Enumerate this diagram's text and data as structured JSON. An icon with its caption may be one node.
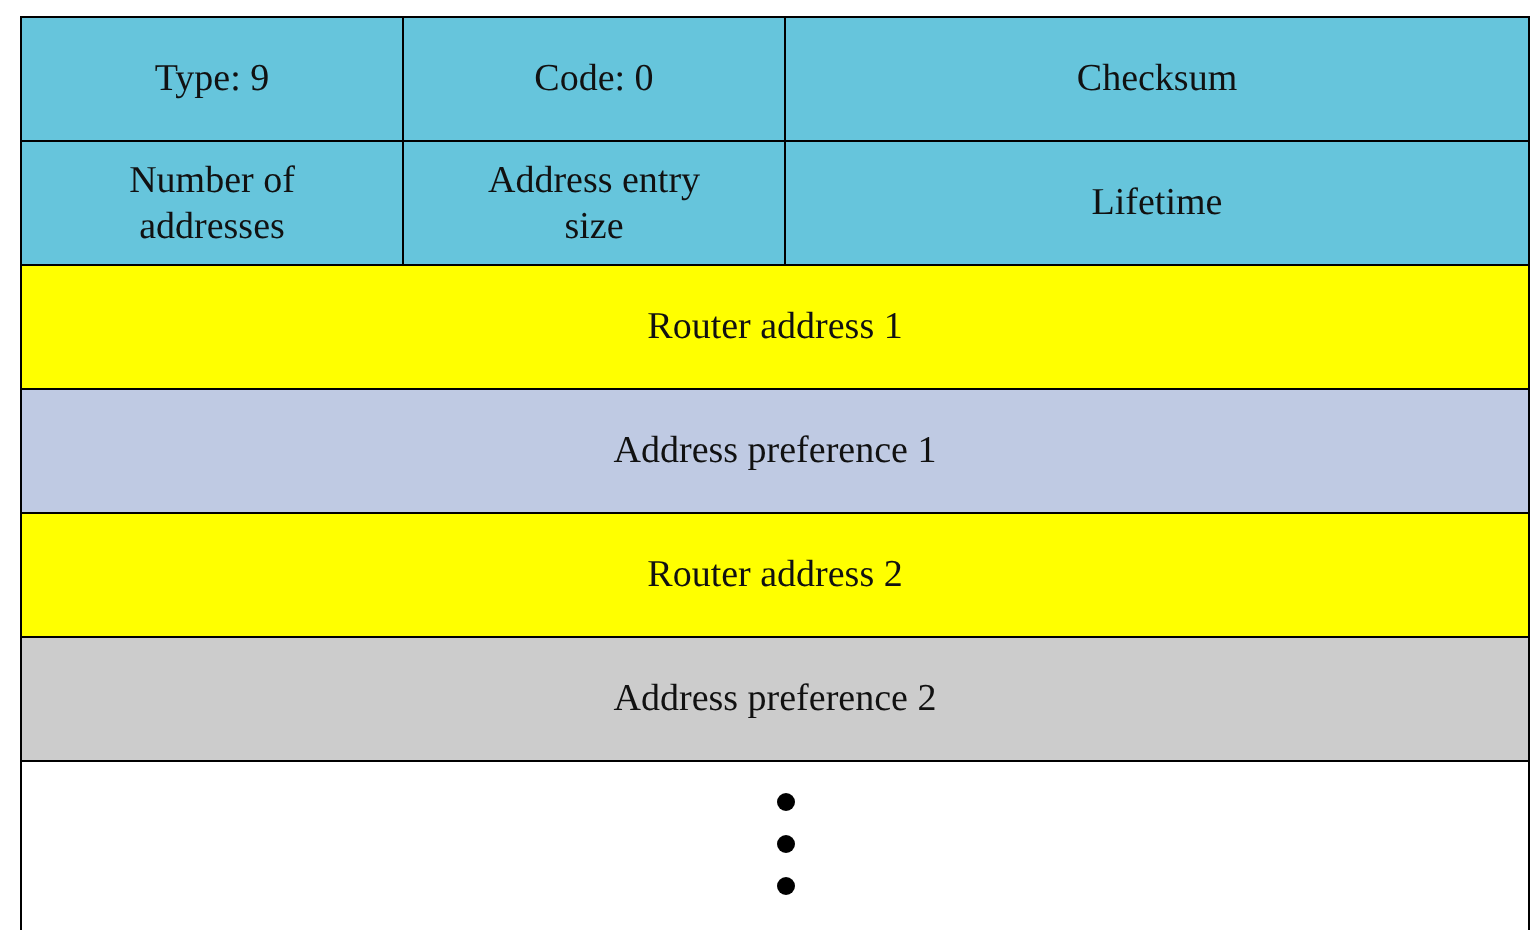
{
  "diagram": {
    "nodes": [
      {
        "text": [
          "Type: 9"
        ]
      },
      {
        "text": [
          "Code: 0"
        ]
      },
      {
        "text": [
          "Checksum"
        ]
      },
      {
        "text": [
          "Number of addresses"
        ]
      },
      {
        "text": [
          "Address entry size"
        ]
      },
      {
        "text": [
          "Lifetime"
        ]
      },
      {
        "text": [
          "Router address 1"
        ]
      },
      {
        "text": [
          "Address preference 1"
        ]
      },
      {
        "text": [
          "Router address 2"
        ]
      },
      {
        "text": [
          "Address preference 2"
        ]
      },
      {
        "text": [],
        "shape": "box"
      }
    ]
  }
}
